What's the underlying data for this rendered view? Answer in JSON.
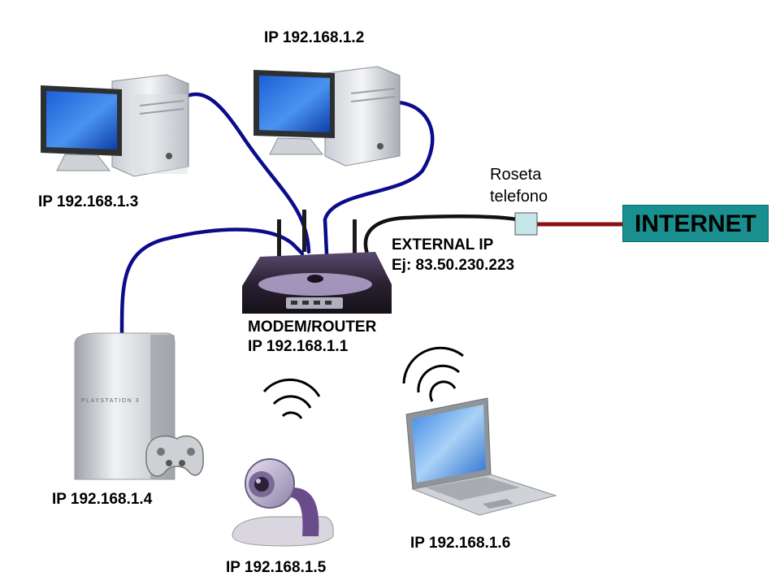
{
  "nodes": {
    "pc_top": {
      "ip": "IP 192.168.1.2"
    },
    "pc_left": {
      "ip": "IP 192.168.1.3"
    },
    "console": {
      "ip": "IP 192.168.1.4"
    },
    "webcam": {
      "ip": "IP 192.168.1.5"
    },
    "laptop": {
      "ip": "IP 192.168.1.6"
    },
    "router": {
      "name": "MODEM/ROUTER",
      "ip": "IP 192.168.1.1"
    },
    "console_brand": "PLAYSTATION 3"
  },
  "external": {
    "title": "EXTERNAL IP",
    "example": "Ej: 83.50.230.223"
  },
  "phone_socket": {
    "line1": "Roseta",
    "line2": "telefono"
  },
  "internet": {
    "label": "INTERNET"
  },
  "colors": {
    "lan_cable": "#0b0b8c",
    "phone_cable": "#111111",
    "internet_cable": "#8b1010",
    "internet_box": "#1a8f8f",
    "phone_socket": "#c7e6ea"
  }
}
